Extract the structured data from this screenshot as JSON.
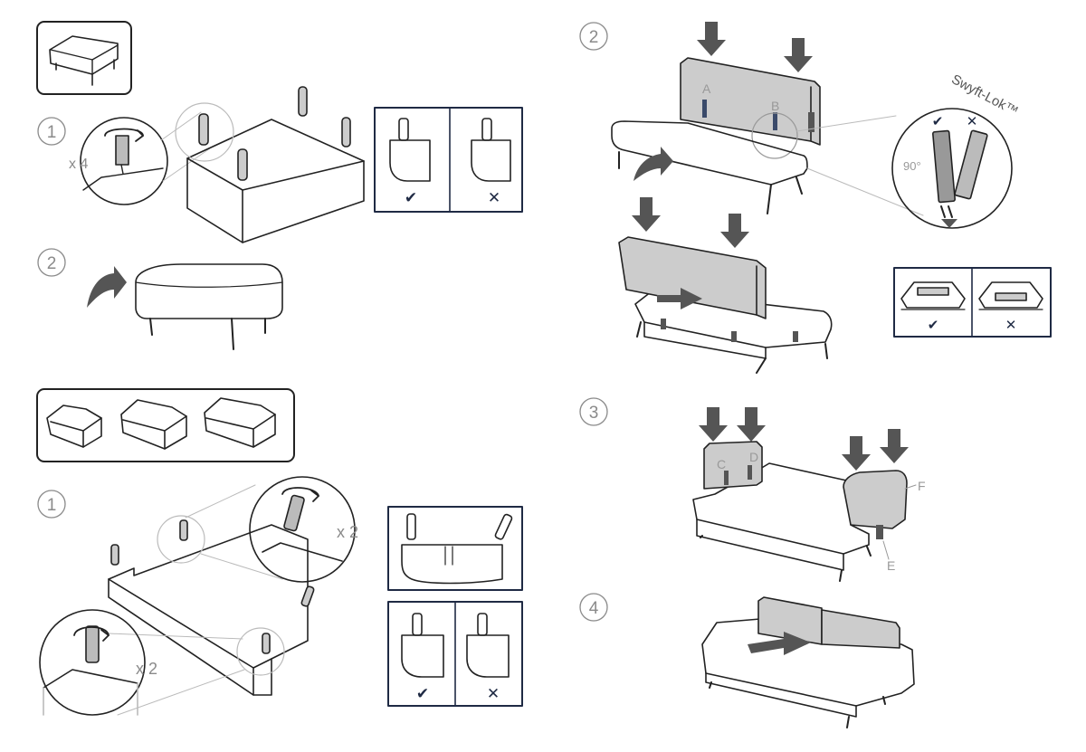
{
  "steps": {
    "ottoman_1": "1",
    "ottoman_2": "2",
    "sofa_1": "1",
    "sofa_2": "2",
    "sofa_3": "3",
    "sofa_4": "4"
  },
  "labels": {
    "x4": "x 4",
    "x2_top": "x 2",
    "x2_bottom": "x 2",
    "a": "A",
    "b": "B",
    "c": "C",
    "d": "D",
    "e": "E",
    "f": "F",
    "swyft_lok": "Swyft-Lok™",
    "angle": "90°"
  },
  "marks": {
    "check": "✔",
    "cross": "✕"
  },
  "colors": {
    "line": "#222222",
    "frame": "#1f2a44",
    "panel": "#cccccc",
    "arrow": "#555555",
    "muted": "#8a8a8a"
  }
}
